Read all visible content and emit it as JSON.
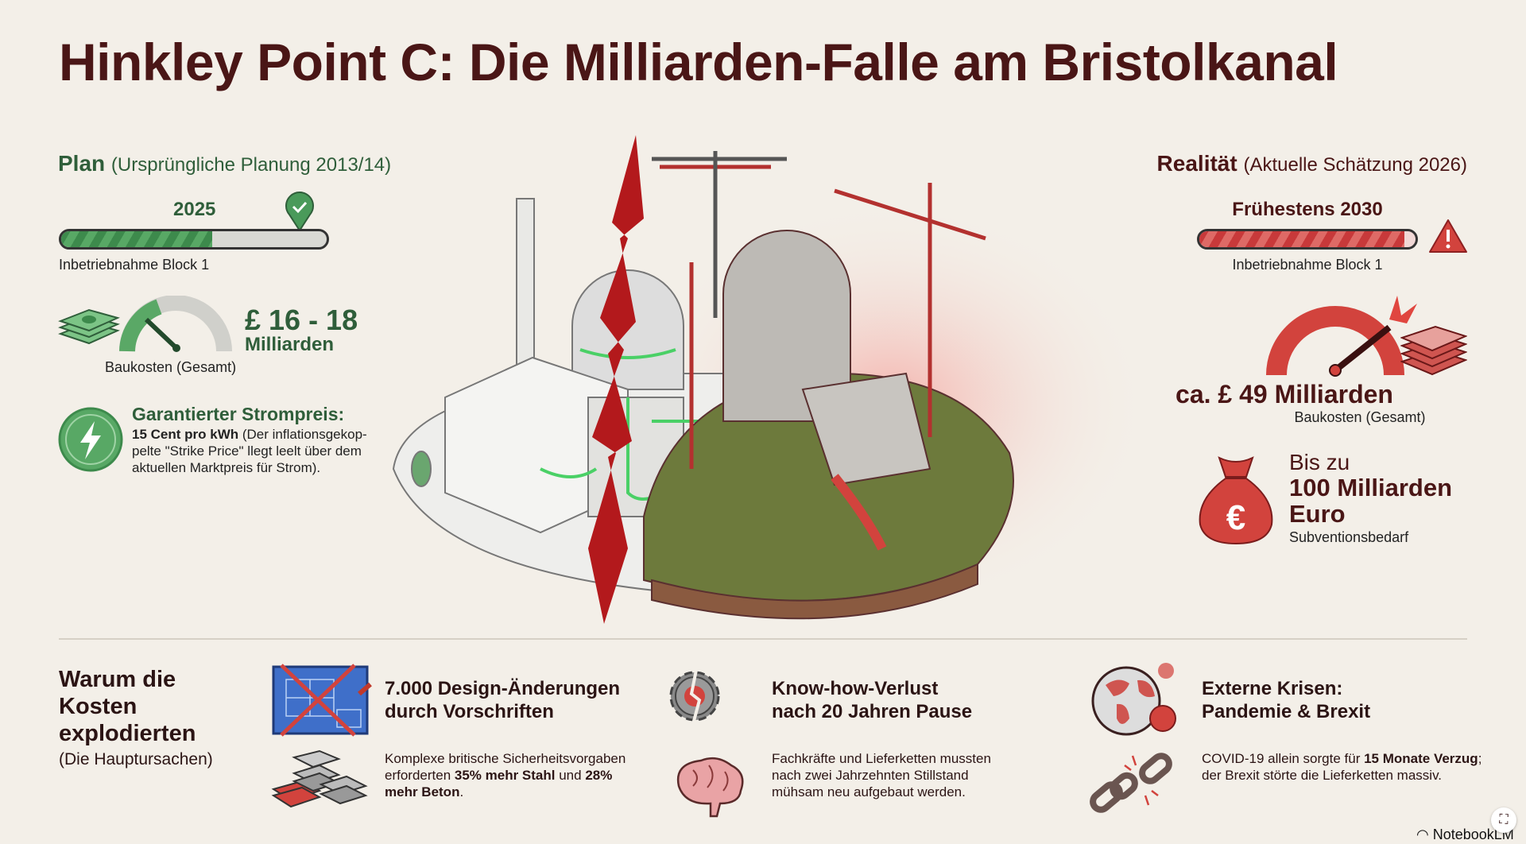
{
  "title": "Hinkley Point C: Die Milliarden-Falle am Bristolkanal",
  "plan": {
    "heading": "Plan",
    "subheading": "(Ursprüngliche Planung 2013/14)",
    "year": "2025",
    "progress_label": "Inbetriebnahme Block 1",
    "progress_fraction": 0.57,
    "cost_value": "£ 16 - 18",
    "cost_unit": "Milliarden",
    "cost_label": "Baukosten (Gesamt)",
    "price_heading": "Garantierter Strompreis:",
    "price_bold": "15 Cent pro kWh",
    "price_text": "(Der inflationsgekop-pelte \"Strike Price\" llegt leelt über dem aktuellen Marktpreis für Strom).",
    "color": "#2f5e3a"
  },
  "reality": {
    "heading": "Realität",
    "subheading": "(Aktuelle Schätzung 2026)",
    "year": "Frühestens 2030",
    "progress_label": "Inbetriebnahme Block 1",
    "progress_fraction": 0.95,
    "cost_value": "ca. £ 49 Milliarden",
    "cost_label": "Baukosten (Gesamt)",
    "subsidy_pre": "Bis zu",
    "subsidy_value": "100 Milliarden",
    "subsidy_currency": "Euro",
    "subsidy_label": "Subventionsbedarf",
    "color": "#c8393a"
  },
  "causes": {
    "heading_lines": [
      "Warum die",
      "Kosten",
      "explodierten"
    ],
    "subheading": "(Die Hauptursachen)",
    "items": [
      {
        "title_lines": [
          "7.000 Design-Änderungen",
          "durch Vorschriften"
        ],
        "text_pre": "Komplexe britische Sicherheitsvorgaben erforderten ",
        "bold1": "35% mehr Stahl",
        "text_mid": " und ",
        "bold2": "28% mehr Beton",
        "text_post": "."
      },
      {
        "title_lines": [
          "Know-how-Verlust",
          "nach 20 Jahren Pause"
        ],
        "text_pre": "Fachkräfte und Lieferketten mussten nach zwei Jahrzehnten Stillstand mühsam neu aufgebaut werden."
      },
      {
        "title_lines": [
          "Externe Krisen:",
          "Pandemie & Brexit"
        ],
        "text_pre": "COVID-19 allein sorgte für ",
        "bold1": "15 Monate Verzug",
        "text_mid": ";",
        "text_post": " der Brexit störte die Lieferketten massiv."
      }
    ]
  },
  "brand": "NotebookLM"
}
